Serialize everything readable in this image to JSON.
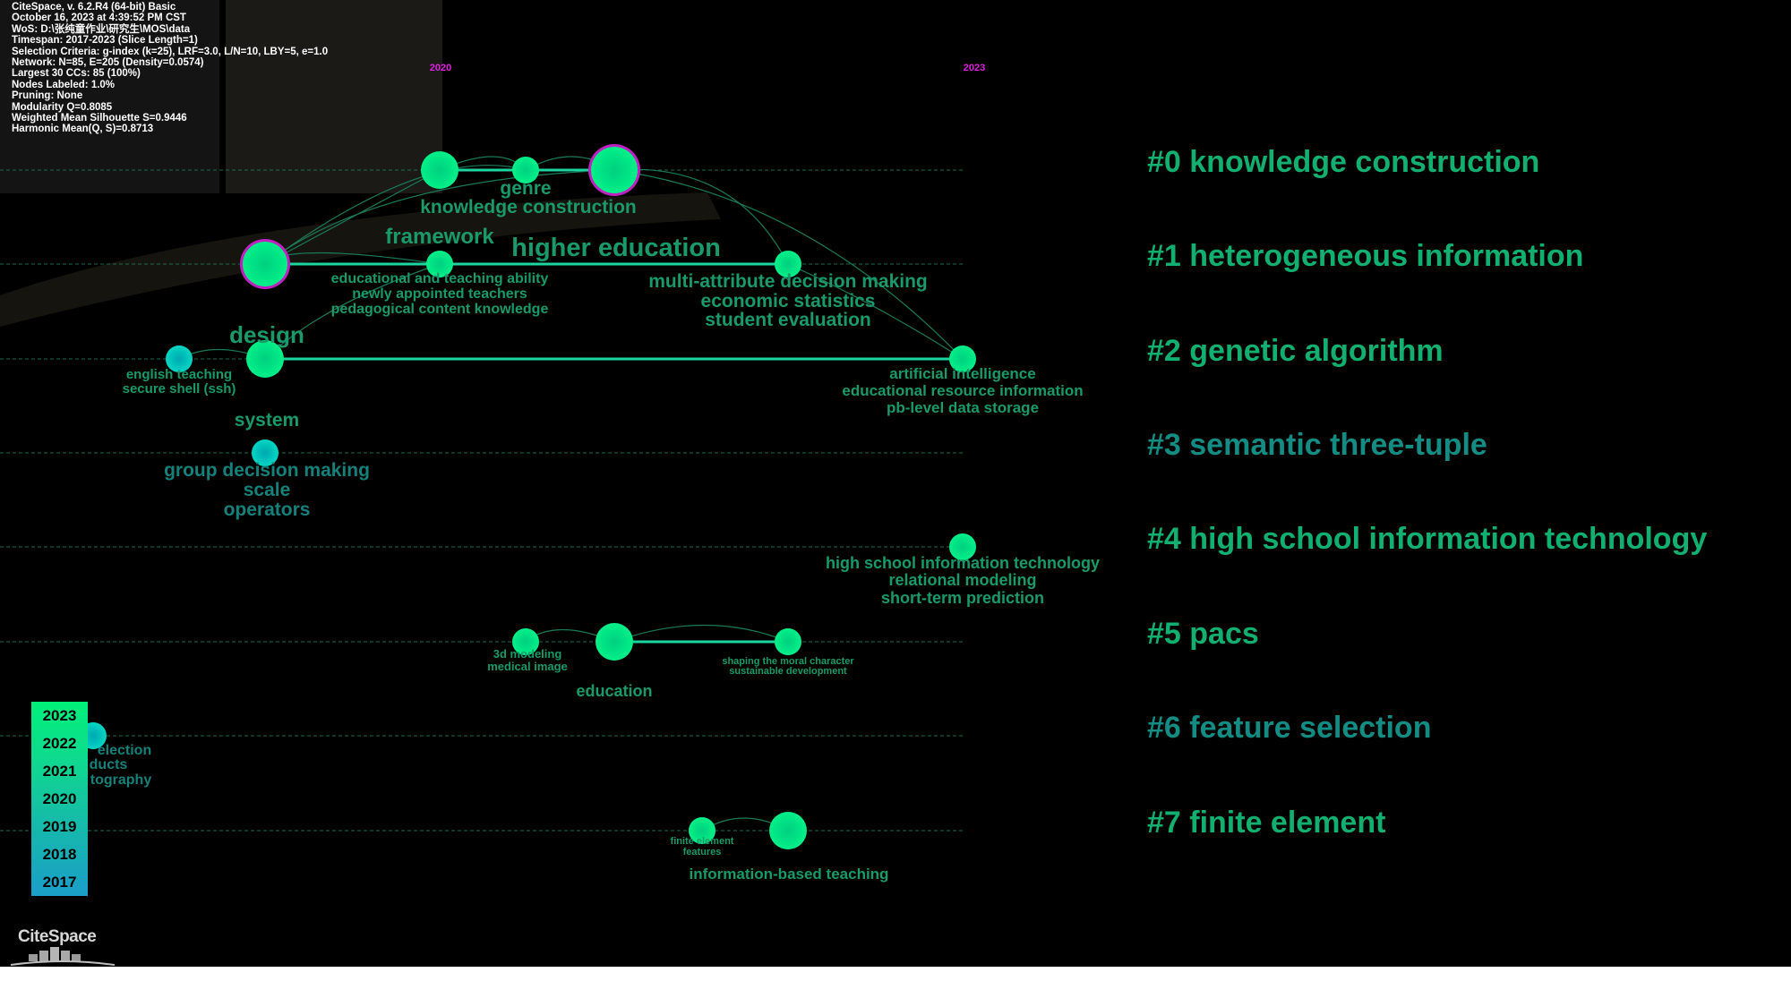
{
  "meta_lines": [
    "CiteSpace, v. 6.2.R4 (64-bit) Basic",
    "October 16, 2023 at 4:39:52 PM CST",
    "WoS: D:\\张纯童作业\\研究生\\MOS\\data",
    "Timespan: 2017-2023 (Slice Length=1)",
    "Selection Criteria: g-index (k=25), LRF=3.0, L/N=10, LBY=5, e=1.0",
    "Network: N=85, E=205 (Density=0.0574)",
    "Largest 30 CCs: 85 (100%)",
    "Nodes Labeled: 1.0%",
    "Pruning: None",
    "Modularity Q=0.8085",
    "Weighted Mean Silhouette S=0.9446",
    "Harmonic Mean(Q, S)=0.8713"
  ],
  "timeline_years": [
    "2020",
    "2023"
  ],
  "clusters": [
    {
      "label": "#0 knowledge construction",
      "color": "#12b070"
    },
    {
      "label": "#1 heterogeneous information",
      "color": "#12b070"
    },
    {
      "label": "#2 genetic algorithm",
      "color": "#12b070"
    },
    {
      "label": "#3 semantic three-tuple",
      "color": "#138c84"
    },
    {
      "label": "#4 high school information technology",
      "color": "#12b070"
    },
    {
      "label": "#5 pacs",
      "color": "#12b070"
    },
    {
      "label": "#6 feature selection",
      "color": "#138c84"
    },
    {
      "label": "#7 finite element",
      "color": "#12b070"
    }
  ],
  "node_labels": [
    {
      "id": "genre",
      "text": "genre",
      "color": "#1a9a6a"
    },
    {
      "id": "kc",
      "text": "knowledge construction",
      "color": "#1a9a6a"
    },
    {
      "id": "framework",
      "text": "framework",
      "color": "#1a9a6a"
    },
    {
      "id": "he",
      "text": "higher education",
      "color": "#1a9a6a"
    },
    {
      "id": "eta",
      "text": "educational and teaching ability",
      "color": "#1a9a6a"
    },
    {
      "id": "nat",
      "text": "newly appointed teachers",
      "color": "#1a9a6a"
    },
    {
      "id": "pck",
      "text": "pedagogical content knowledge",
      "color": "#1a9a6a"
    },
    {
      "id": "madm",
      "text": "multi-attribute decision making",
      "color": "#1a9a6a"
    },
    {
      "id": "es",
      "text": "economic statistics",
      "color": "#1a9a6a"
    },
    {
      "id": "se",
      "text": "student evaluation",
      "color": "#1a9a6a"
    },
    {
      "id": "design",
      "text": "design",
      "color": "#1a9a6a"
    },
    {
      "id": "et",
      "text": "english teaching",
      "color": "#1a9a6a"
    },
    {
      "id": "ssh",
      "text": "secure shell (ssh)",
      "color": "#1a9a6a"
    },
    {
      "id": "ai",
      "text": "artificial intelligence",
      "color": "#1a9a6a"
    },
    {
      "id": "eri",
      "text": "educational resource information",
      "color": "#1a9a6a"
    },
    {
      "id": "pb",
      "text": "pb-level data storage",
      "color": "#1a9a6a"
    },
    {
      "id": "system",
      "text": "system",
      "color": "#1a9a6a"
    },
    {
      "id": "gdm",
      "text": "group decision making",
      "color": "#16807a"
    },
    {
      "id": "scale",
      "text": "scale",
      "color": "#16807a"
    },
    {
      "id": "ops",
      "text": "operators",
      "color": "#16807a"
    },
    {
      "id": "hsit",
      "text": "high school information technology",
      "color": "#1a9a6a"
    },
    {
      "id": "rm",
      "text": "relational modeling",
      "color": "#1a9a6a"
    },
    {
      "id": "stp",
      "text": "short-term prediction",
      "color": "#1a9a6a"
    },
    {
      "id": "3dm",
      "text": "3d modeling",
      "color": "#1a9a6a"
    },
    {
      "id": "mi",
      "text": "medical image",
      "color": "#1a9a6a"
    },
    {
      "id": "edu",
      "text": "education",
      "color": "#1a9a6a"
    },
    {
      "id": "smc",
      "text": "shaping the moral character",
      "color": "#1a9a6a"
    },
    {
      "id": "sd",
      "text": "sustainable development",
      "color": "#1a9a6a"
    },
    {
      "id": "sel",
      "text": "election",
      "color": "#16807a"
    },
    {
      "id": "duc",
      "text": "ducts",
      "color": "#16807a"
    },
    {
      "id": "tog",
      "text": "tography",
      "color": "#16807a"
    },
    {
      "id": "fe",
      "text": "finite element",
      "color": "#1a9a6a"
    },
    {
      "id": "feat",
      "text": "features",
      "color": "#1a9a6a"
    },
    {
      "id": "ibt",
      "text": "information-based teaching",
      "color": "#1a9a6a"
    }
  ],
  "year_legend": [
    "2023",
    "2022",
    "2021",
    "2020",
    "2019",
    "2018",
    "2017"
  ],
  "logo_text": "CiteSpace",
  "colors": {
    "background": "#000000",
    "node_fill": "#00e582",
    "node_ring": "#c020c0",
    "link": "#1cd6a0",
    "year_marker": "#e020e0"
  }
}
